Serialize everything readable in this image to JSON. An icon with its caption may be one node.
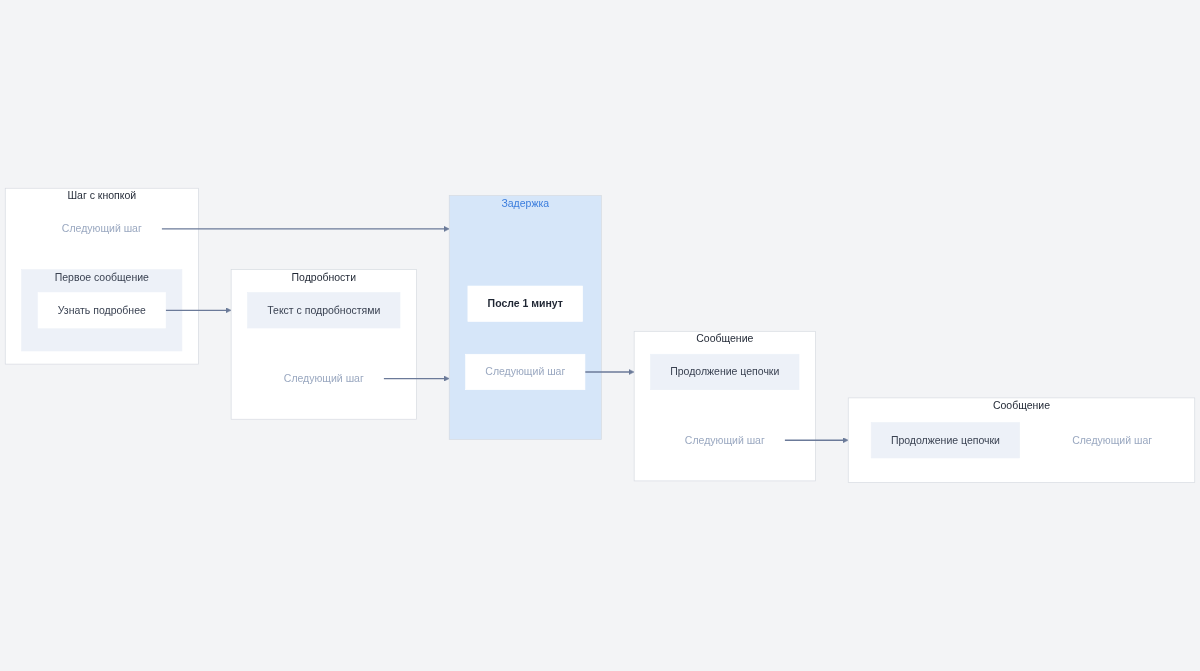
{
  "diagram": {
    "nodes": [
      {
        "text": [
          "Шаг с кнопкой"
        ]
      },
      {
        "text": [
          "Первое сообщение"
        ],
        "in": 0
      },
      {
        "text": [
          "Узнать подробнее"
        ],
        "in": 1
      },
      {
        "text": [
          "Следующий шаг"
        ],
        "in": 0
      },
      {
        "text": [
          "Подробности"
        ]
      },
      {
        "text": [
          "Текст с подробностями"
        ],
        "in": 4
      },
      {
        "text": [
          "Следующий шаг"
        ],
        "in": 4
      },
      {
        "text": [
          "Задержка"
        ]
      },
      {
        "text": [
          "После 1 минут"
        ],
        "in": 7
      },
      {
        "text": [
          "Следующий шаг"
        ],
        "in": 7
      },
      {
        "text": [
          "Сообщение"
        ]
      },
      {
        "text": [
          "Продолжение цепочки"
        ],
        "in": 10
      },
      {
        "text": [
          "Следующий шаг"
        ],
        "in": 10
      },
      {
        "text": [
          "Сообщение"
        ]
      },
      {
        "text": [
          "Продолжение цепочки"
        ],
        "in": 13
      },
      {
        "text": [
          "Следующий шаг"
        ],
        "in": 13
      }
    ],
    "edges": [
      {
        "from": 2,
        "to": 4,
        "arrow": "to"
      },
      {
        "from": 3,
        "to": 7,
        "arrow": "to"
      },
      {
        "from": 6,
        "to": 7,
        "arrow": "to"
      },
      {
        "from": 9,
        "to": 10,
        "arrow": "to"
      },
      {
        "from": 12,
        "to": 13,
        "arrow": "to"
      }
    ]
  }
}
